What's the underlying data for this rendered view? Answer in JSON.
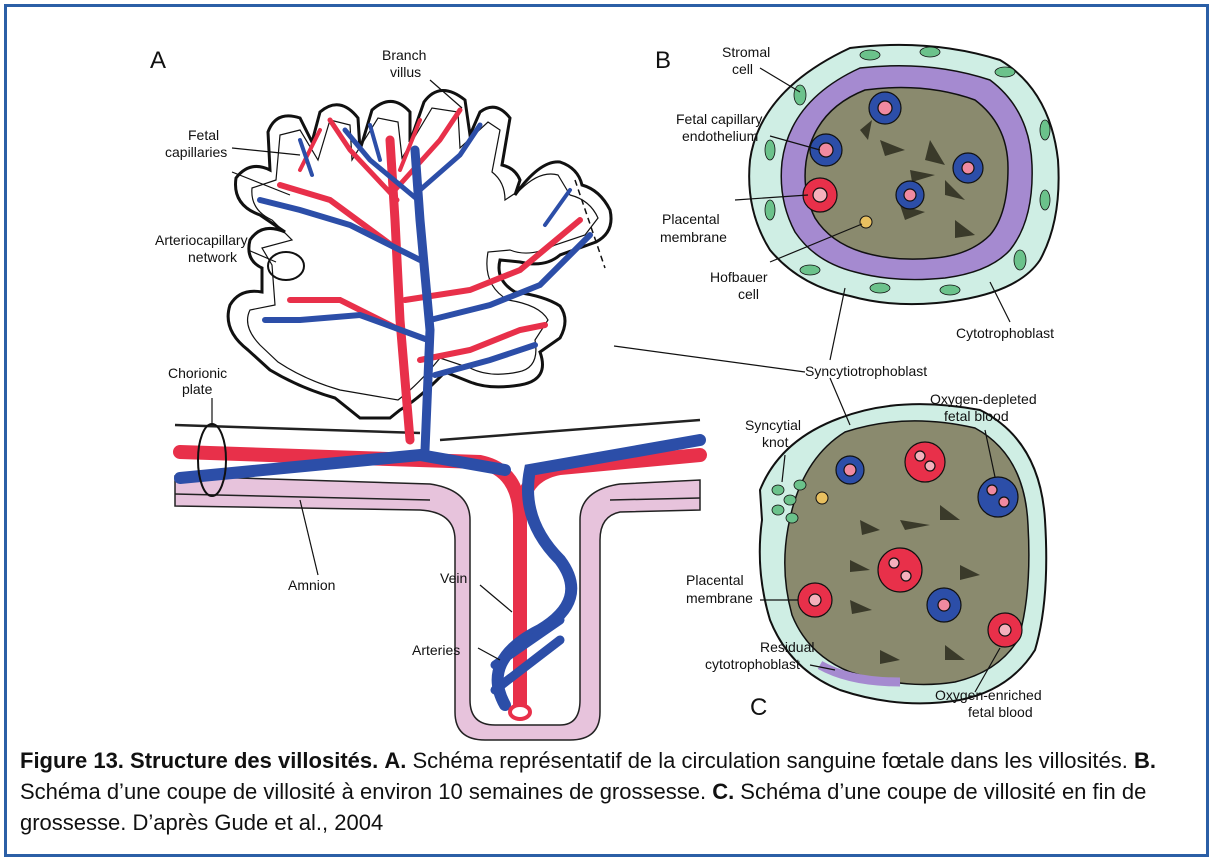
{
  "panels": {
    "a": "A",
    "b": "B",
    "c": "C"
  },
  "labels_a": {
    "branch_villus": [
      "Branch",
      "villus"
    ],
    "fetal_capillaries": [
      "Fetal",
      "capillaries"
    ],
    "arteriocapillary_network": [
      "Arteriocapillary",
      "network"
    ],
    "chorionic_plate": [
      "Chorionic",
      "plate"
    ],
    "amnion": "Amnion",
    "vein": "Vein",
    "arteries": "Arteries"
  },
  "labels_b": {
    "stromal_cell": [
      "Stromal",
      "cell"
    ],
    "fetal_capillary_endothelium": [
      "Fetal capillary",
      "endothelium"
    ],
    "placental_membrane": [
      "Placental",
      "membrane"
    ],
    "hofbauer_cell": [
      "Hofbauer",
      "cell"
    ],
    "cytotrophoblast": "Cytotrophoblast",
    "syncytiotrophoblast": "Syncytiotrophoblast"
  },
  "labels_c": {
    "syncytial_knot": [
      "Syncytial",
      "knot"
    ],
    "oxygen_depleted": [
      "Oxygen-depleted",
      "fetal blood"
    ],
    "placental_membrane": [
      "Placental",
      "membrane"
    ],
    "residual_cytotrophoblast": [
      "Residual",
      "cytotrophoblast"
    ],
    "oxygen_enriched": [
      "Oxygen-enriched",
      "fetal blood"
    ]
  },
  "colors": {
    "artery": "#e8304a",
    "vein": "#2c4ea8",
    "stroma": "#8a8a6e",
    "syncytio": "#cfeee4",
    "cyto": "#a58ad0",
    "amnion": "#e7c3dc",
    "frame": "#2b5fa6"
  },
  "caption": {
    "title": "Figure 13. Structure des villosités.",
    "a_key": "A.",
    "a_text": " Schéma représentatif de la circulation sanguine fœtale dans les villosités. ",
    "b_key": "B.",
    "b_text": " Schéma d’une coupe de villosité à environ 10 semaines de grossesse. ",
    "c_key": "C.",
    "c_text": " Schéma d’une coupe de villosité en fin de grossesse. D’après Gude et al., 2004"
  }
}
